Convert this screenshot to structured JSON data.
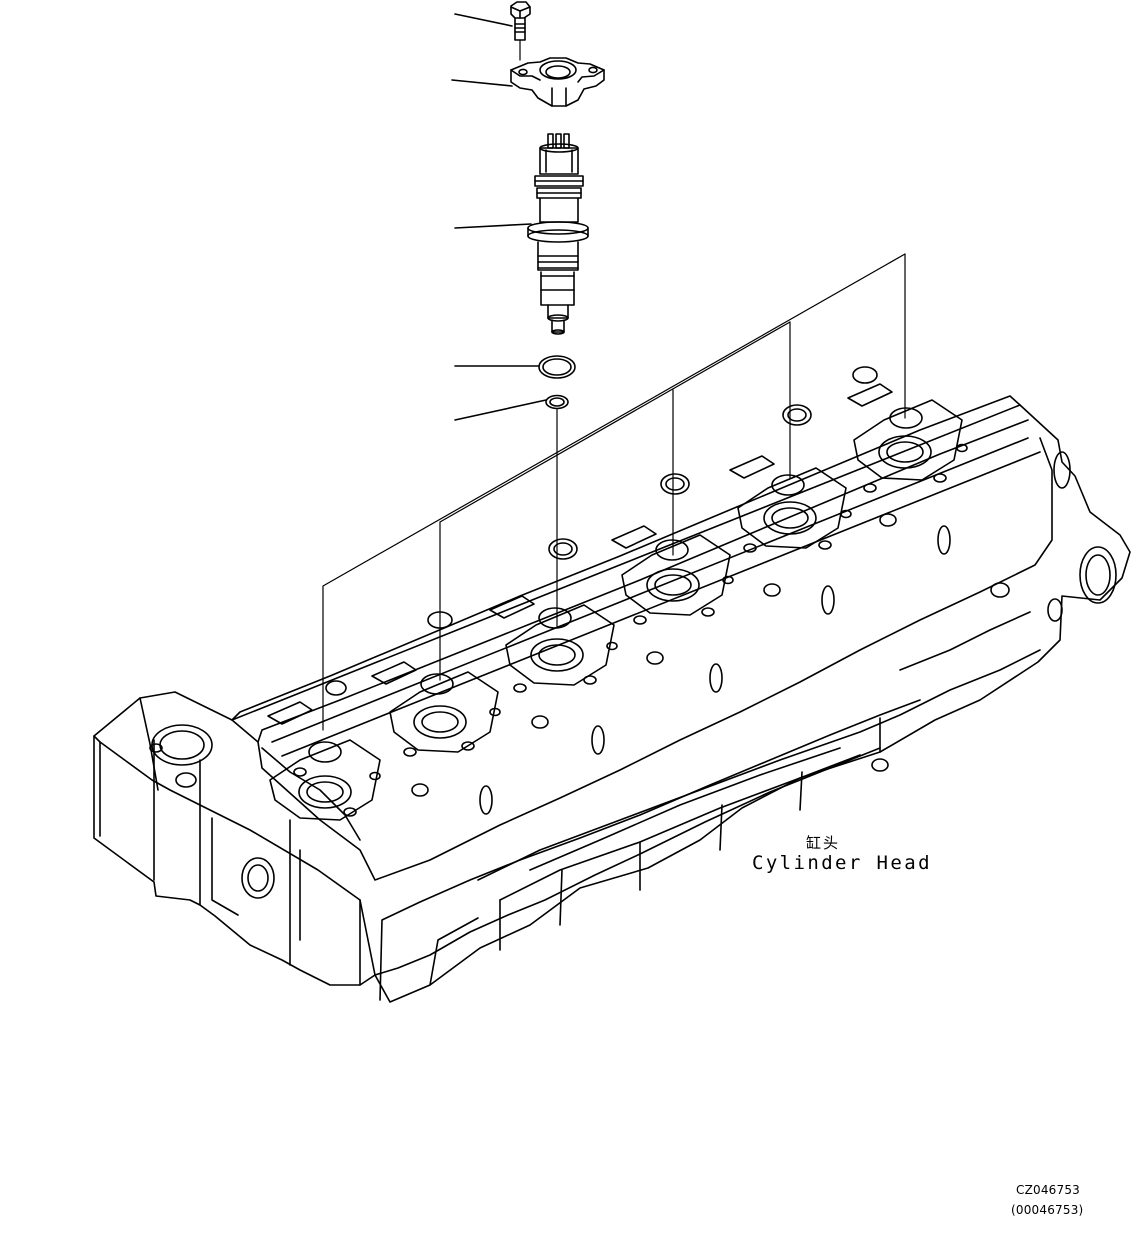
{
  "labels": {
    "part_name_chinese": "缸头",
    "part_name_english": "Cylinder Head"
  },
  "drawing_codes": {
    "code": "CZ046753",
    "code_alt": "(00046753)"
  },
  "colors": {
    "line": "#000000",
    "background": "#ffffff"
  }
}
